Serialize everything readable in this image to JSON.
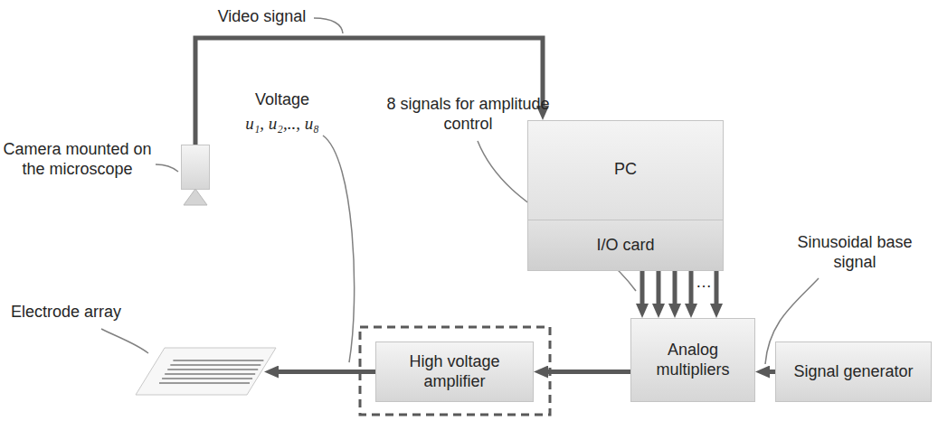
{
  "diagram": {
    "nodes": [
      {
        "text": [
          "Camera mounted on the microscope"
        ]
      },
      {
        "text": [
          "PC"
        ]
      },
      {
        "text": [
          "I/O card"
        ],
        "in": 1
      },
      {
        "text": [
          "Electrode array"
        ]
      },
      {
        "text": [
          "High voltage amplifier"
        ]
      },
      {
        "text": [
          "Analog multipliers"
        ]
      },
      {
        "text": [
          "Signal generator"
        ]
      }
    ],
    "edges": [
      {
        "from": 0,
        "to": 1,
        "arrow": "to"
      },
      {
        "from": 2,
        "to": 5,
        "arrow": "to"
      },
      {
        "from": 6,
        "to": 5,
        "arrow": "to"
      },
      {
        "from": 5,
        "to": 4,
        "arrow": "to"
      },
      {
        "from": 4,
        "to": 3,
        "arrow": "to"
      }
    ],
    "labels": [
      "Video signal",
      "8 signals for amplitude control",
      "Voltage",
      "u₁, u₂,.., u₈",
      "Sinusoidal base signal",
      "…"
    ]
  }
}
